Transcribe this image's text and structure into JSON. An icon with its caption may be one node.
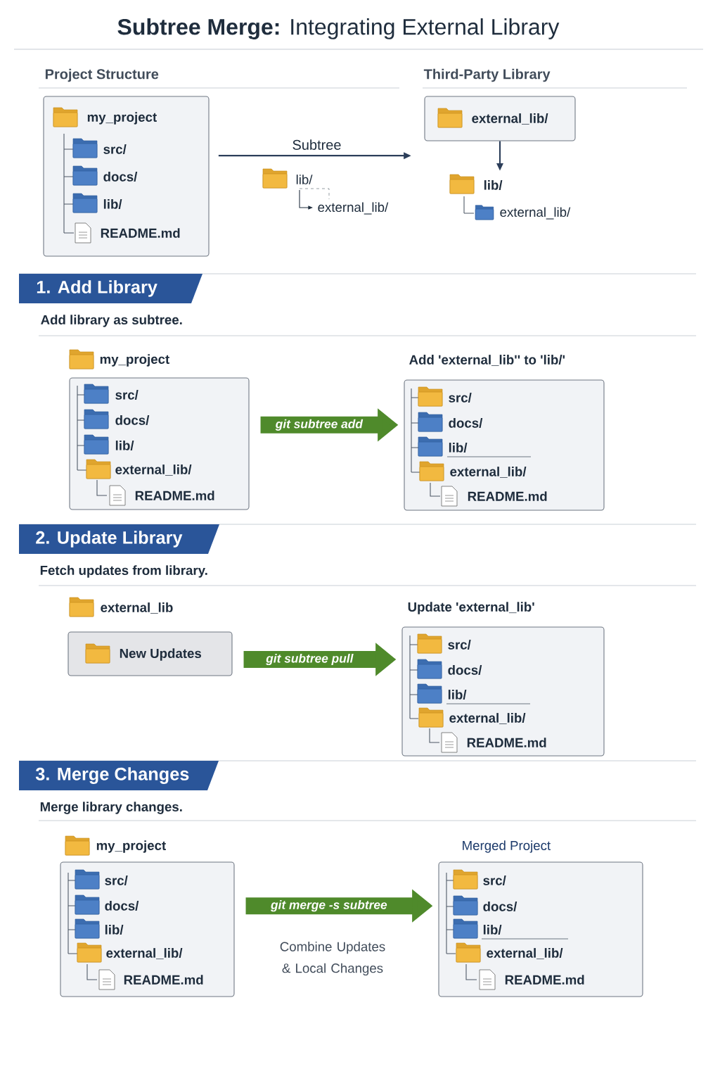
{
  "diagram": {
    "title": "**Subtree Merge:** Integrating External Library",
    "nodes": [
      {
        "text": [
          "my_project",
          "src/",
          "docs/",
          "lib/",
          "README.md"
        ]
      },
      {
        "text": [
          "external_lib/"
        ]
      },
      {
        "text": [
          "lib/",
          "external_lib/"
        ]
      },
      {
        "text": [
          "1. Add Library"
        ],
        "beside": [
          "Add library as subtree."
        ]
      },
      {
        "text": [
          "my_project",
          "src/",
          "docs/",
          "lib/",
          "external_lib/",
          "README.md"
        ]
      },
      {
        "text": [
          "Add 'external_lib'' to 'lib/'",
          "src/",
          "docs/",
          "lib/",
          "external_lib/",
          "README.md"
        ]
      },
      {
        "text": [
          "2. Update Library"
        ],
        "beside": [
          "Fetch updates from library."
        ]
      },
      {
        "text": [
          "external_lib",
          "New Updates"
        ]
      },
      {
        "text": [
          "Update 'external_lib'",
          "src/",
          "docs/",
          "lib/",
          "external_lib/",
          "README.md"
        ]
      },
      {
        "text": [
          "3. Merge Changes"
        ],
        "beside": [
          "Merge library changes."
        ]
      },
      {
        "text": [
          "my_project",
          "src/",
          "docs/",
          "lib/",
          "external_lib/",
          "README.md"
        ]
      },
      {
        "text": [
          "Merged Project",
          "src/",
          "docs/",
          "lib/",
          "external_lib/",
          "README.md"
        ]
      }
    ],
    "edges": [
      {
        "from": 0,
        "to": 1,
        "arrow": "to",
        "label": "Subtree",
        "color": "#2c3e5a"
      },
      {
        "from": 1,
        "to": 2,
        "arrow": "to",
        "color": "#2c3e5a"
      },
      {
        "from": 4,
        "to": 5,
        "arrow": "to",
        "label": "git subtree add"
      },
      {
        "from": 7,
        "to": 8,
        "arrow": "to",
        "label": "git subtree pull"
      },
      {
        "from": 10,
        "to": 11,
        "arrow": "to",
        "label": "git merge -s subtree"
      }
    ],
    "labels": [
      "Project Structure",
      "Third-Party Library",
      "lib/",
      "external_lib/",
      "Combine Updates & Local Changes"
    ]
  }
}
